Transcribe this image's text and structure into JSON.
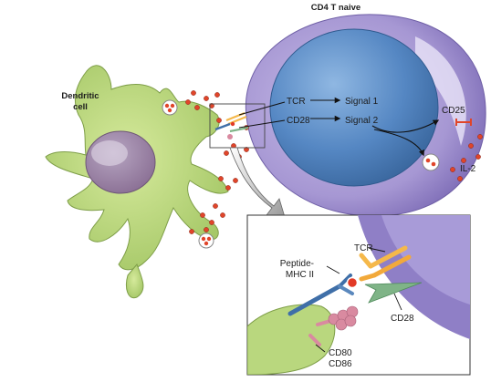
{
  "labels": {
    "cd4_title": "CD4 T naive",
    "dendritic_line1": "Dendritic",
    "dendritic_line2": "cell",
    "tcr": "TCR",
    "cd28": "CD28",
    "signal1": "Signal 1",
    "signal2": "Signal 2",
    "cd25": "CD25",
    "il2": "IL-2"
  },
  "inset": {
    "tcr": "TCR",
    "peptide_line1": "Peptide-",
    "peptide_line2": "MHC II",
    "cd28": "CD28",
    "cd80": "CD80",
    "cd86": "CD86"
  },
  "colors": {
    "dendritic_fill": "#b9d77e",
    "dendritic_stroke": "#7e9e48",
    "tcell_outer": "#a99bd6",
    "tcell_nucleus": "#4f86c2",
    "il2_dot": "#e0452a",
    "tcr_receptor": "#f5b84a",
    "cd28_receptor": "#7fb487",
    "mhc": "#3f6fa8",
    "cd80_cd86": "#d98aa0",
    "peptide": "#e23a26"
  }
}
